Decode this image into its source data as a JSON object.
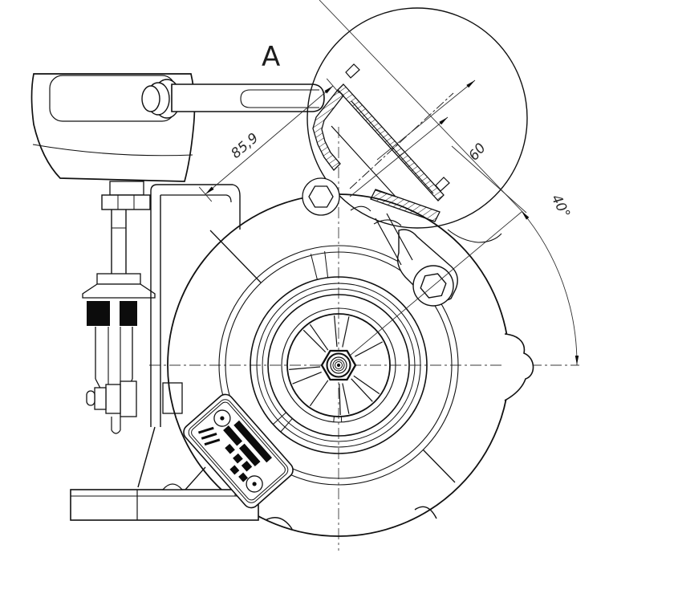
{
  "drawing": {
    "view_label": "A",
    "dim_radial": "85,9",
    "dim_width": "60",
    "dim_angle": "40°"
  },
  "colors": {
    "line": "#111111",
    "thin_line": "#2e2e2e",
    "background": "#ffffff"
  }
}
